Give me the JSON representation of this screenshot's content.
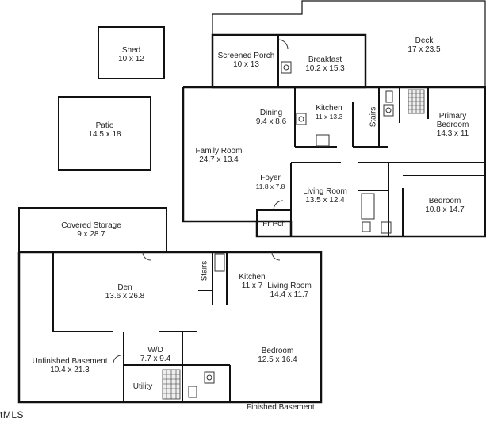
{
  "rooms": {
    "shed": {
      "name": "Shed",
      "dims": "10 x 12"
    },
    "patio": {
      "name": "Patio",
      "dims": "14.5 x 18"
    },
    "screened_porch": {
      "name": "Screened Porch",
      "dims": "10 x 13"
    },
    "breakfast": {
      "name": "Breakfast",
      "dims": "10.2 x 15.3"
    },
    "deck": {
      "name": "Deck",
      "dims": "17 x 23.5"
    },
    "dining": {
      "name": "Dining",
      "dims": "9.4 x 8.6"
    },
    "kitchen_main": {
      "name": "Kitchen",
      "dims": "11 x 13.3"
    },
    "primary_bedroom": {
      "name": "Primary Bedroom",
      "line1": "Primary",
      "line2": "Bedroom",
      "dims": "14.3 x 11"
    },
    "family_room": {
      "name": "Family Room",
      "dims": "24.7 x 13.4"
    },
    "foyer": {
      "name": "Foyer",
      "dims": "11.8 x 7.8"
    },
    "living_room_main": {
      "name": "Living Room",
      "dims": "13.5 x 12.4"
    },
    "bedroom_main": {
      "name": "Bedroom",
      "dims": "10.8 x 14.7"
    },
    "front_porch": {
      "name": "Fr Pch"
    },
    "covered_storage": {
      "name": "Covered Storage",
      "dims": "9 x 28.7"
    },
    "den": {
      "name": "Den",
      "dims": "13.6 x 26.8"
    },
    "kitchen_basement": {
      "name": "Kitchen",
      "dims": "11 x 7"
    },
    "living_room_basement": {
      "name": "Living Room",
      "dims": "14.4 x 11.7"
    },
    "wd": {
      "name": "W/D",
      "dims": "7.7 x 9.4"
    },
    "unfinished_basement": {
      "name": "Unfinished Basement",
      "dims": "10.4 x 21.3"
    },
    "bedroom_basement": {
      "name": "Bedroom",
      "dims": "12.5 x 16.4"
    },
    "utility": {
      "name": "Utility"
    }
  },
  "stairs_label": "Stairs",
  "caption": "Finished Basement",
  "logo": "tMLS"
}
